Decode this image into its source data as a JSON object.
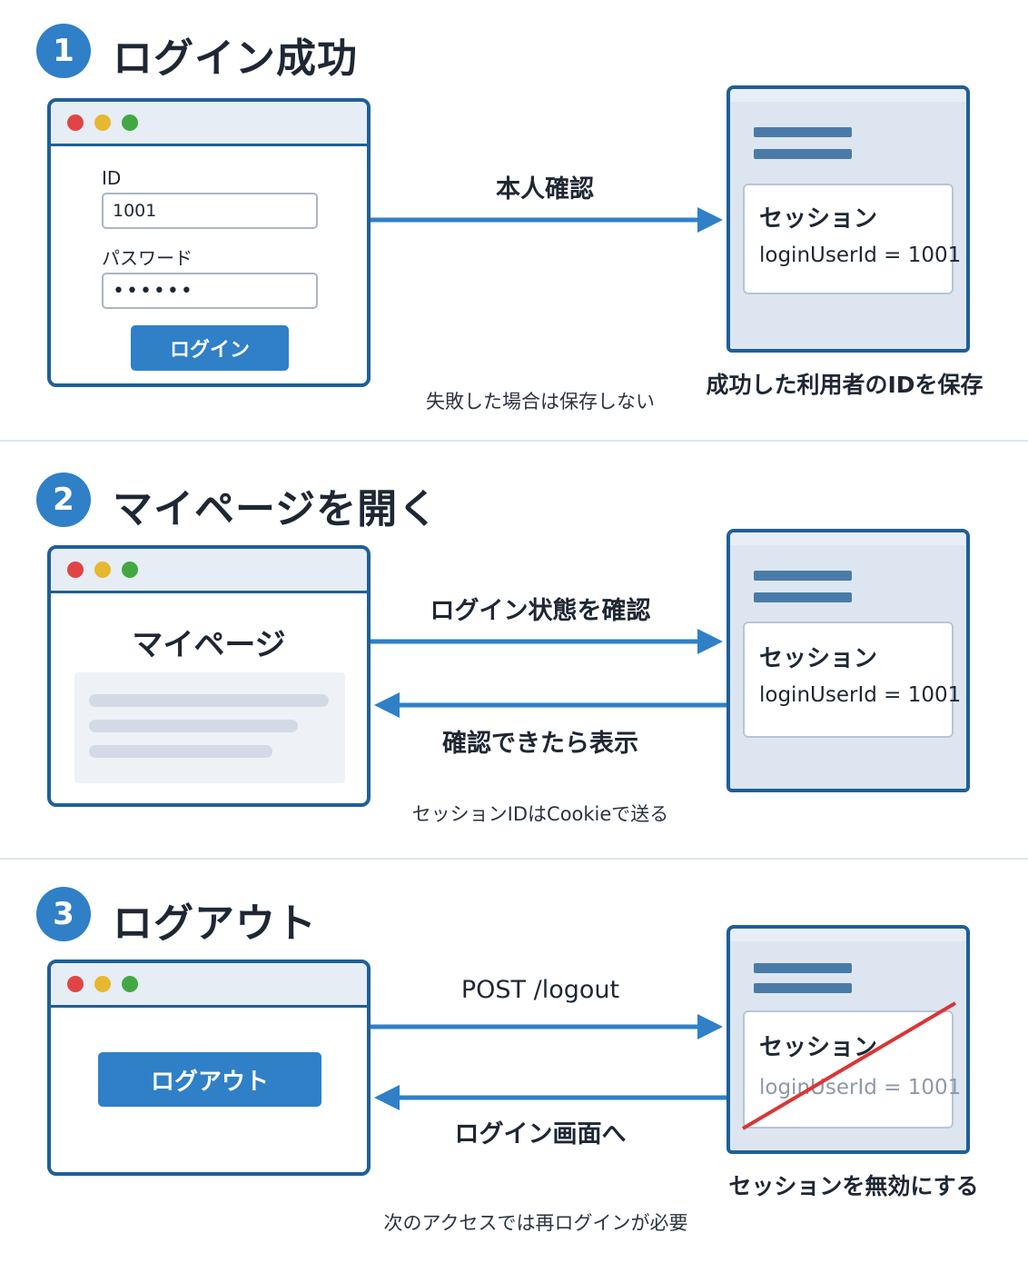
{
  "sections": [
    {
      "number": "1",
      "title": "ログイン成功",
      "form": {
        "id_label": "ID",
        "id_value": "1001",
        "password_label": "パスワード",
        "password_value": "••••••",
        "button_label": "ログイン"
      },
      "arrow_label": "本人確認",
      "session": {
        "title": "セッション",
        "value": "loginUserId = 1001"
      },
      "note": "失敗した場合は保存しない",
      "caption": "成功した利用者のIDを保存"
    },
    {
      "number": "2",
      "title": "マイページを開く",
      "page_title": "マイページ",
      "arrow_label_forward": "ログイン状態を確認",
      "arrow_label_back": "確認できたら表示",
      "session": {
        "title": "セッション",
        "value": "loginUserId = 1001"
      },
      "note": "セッションIDはCookieで送る"
    },
    {
      "number": "3",
      "title": "ログアウト",
      "button_label": "ログアウト",
      "arrow_label_forward": "POST /logout",
      "arrow_label_back": "ログイン画面へ",
      "session": {
        "title": "セッション",
        "value": "loginUserId = 1001"
      },
      "caption": "セッションを無効にする",
      "note": "次のアクセスでは再ログインが必要"
    }
  ],
  "colors": {
    "accent": "#2f80c7",
    "frame": "#1f5f99",
    "strike": "#d93636"
  }
}
